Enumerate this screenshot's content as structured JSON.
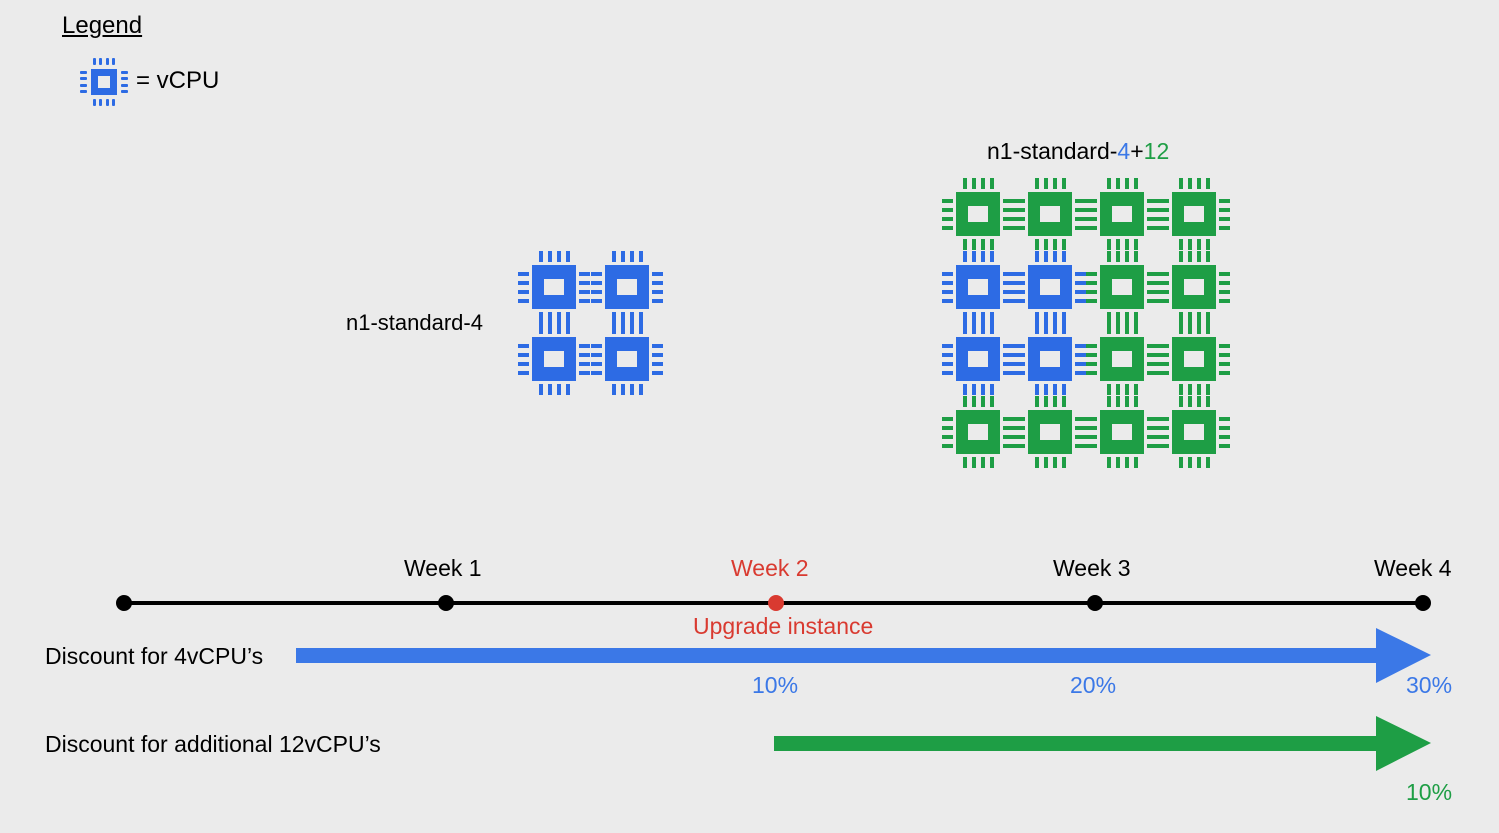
{
  "legend": {
    "title": "Legend",
    "entry": "= vCPU",
    "icon": "vcpu-chip-icon"
  },
  "instances": {
    "small": {
      "label": "n1-standard-4",
      "vcpus_blue": 4,
      "color": "#2d6be4"
    },
    "large": {
      "label_prefix": "n1-standard-",
      "label_base": "4",
      "label_plus": "+",
      "label_extra": "12",
      "vcpus_blue": 4,
      "vcpus_green": 12,
      "blue": "#2d6be4",
      "green": "#1e9e45"
    }
  },
  "timeline": {
    "weeks": [
      "Week 1",
      "Week 2",
      "Week 3",
      "Week 4"
    ],
    "highlight_week": "Week 2",
    "event": "Upgrade instance",
    "highlight_color": "#d93a30"
  },
  "discounts": [
    {
      "label": "Discount for 4vCPU’s",
      "color": "#3b78e7",
      "values": [
        "10%",
        "20%",
        "30%"
      ]
    },
    {
      "label": "Discount for additional 12vCPU’s",
      "color": "#1e9e45",
      "values": [
        "10%"
      ]
    }
  ]
}
